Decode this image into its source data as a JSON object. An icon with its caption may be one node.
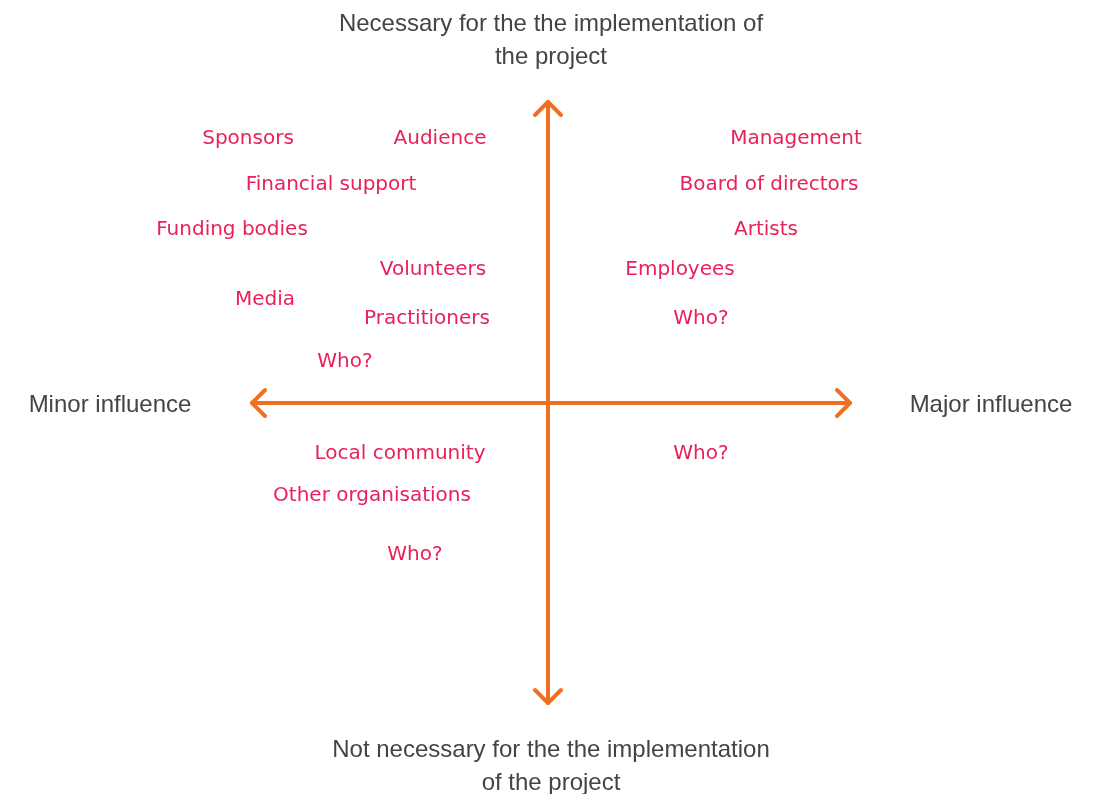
{
  "diagram": {
    "labels": [
      "Necessary for the the implementation of the project",
      "Sponsors",
      "Audience",
      "Management",
      "Financial support",
      "Board of directors",
      "Funding bodies",
      "Artists",
      "Volunteers",
      "Employees",
      "Media",
      "Practitioners",
      "Who?",
      "Who?",
      "Minor influence",
      "Major influence",
      "Local community",
      "Who?",
      "Other organisations",
      "Who?",
      "Not necessary for the the implementation of the project"
    ]
  }
}
